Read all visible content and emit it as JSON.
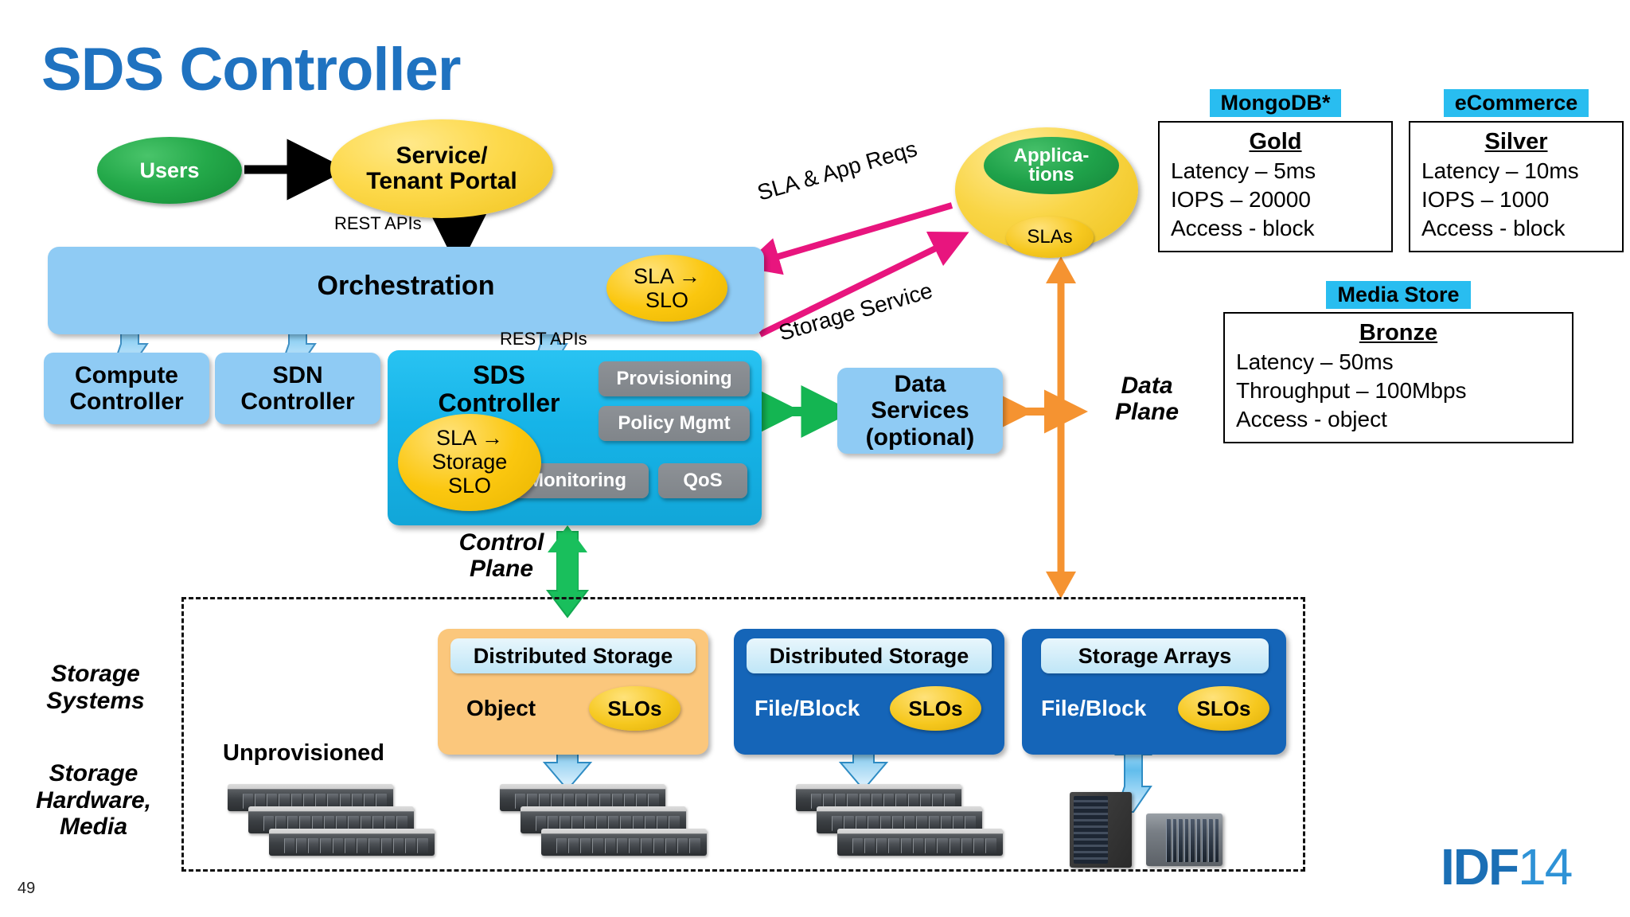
{
  "slide": {
    "title": "SDS Controller",
    "page_number": "49",
    "logo_main": "IDF",
    "logo_year": "14"
  },
  "top_flow": {
    "users": "Users",
    "portal_line1": "Service/",
    "portal_line2": "Tenant Portal",
    "rest_apis_top": "REST APIs",
    "rest_apis_mid": "REST APIs",
    "orchestration": "Orchestration",
    "sla_slo_line1": "SLA →",
    "sla_slo_line2": "SLO"
  },
  "controllers": {
    "compute_line1": "Compute",
    "compute_line2": "Controller",
    "sdn_line1": "SDN",
    "sdn_line2": "Controller",
    "sds_line1": "SDS",
    "sds_line2": "Controller",
    "sds_sla_line1": "SLA →",
    "sds_sla_line2": "Storage",
    "sds_sla_line3": "SLO",
    "modules": [
      {
        "label": "Provisioning"
      },
      {
        "label": "Policy Mgmt"
      },
      {
        "label": "Monitoring"
      },
      {
        "label": "QoS"
      }
    ]
  },
  "data_services": {
    "line1": "Data",
    "line2": "Services",
    "line3": "(optional)"
  },
  "applications": {
    "label_line1": "Applica-",
    "label_line2": "tions",
    "slas": "SLAs"
  },
  "arrows": {
    "sla_app_reqs": "SLA & App Reqs",
    "storage_service": "Storage Service",
    "control_plane_line1": "Control",
    "control_plane_line2": "Plane",
    "data_plane_line1": "Data",
    "data_plane_line2": "Plane"
  },
  "sla_tables": [
    {
      "name": "MongoDB*",
      "tier": "Gold",
      "rows": [
        "Latency – 5ms",
        "IOPS – 20000",
        "Access - block"
      ]
    },
    {
      "name": "eCommerce",
      "tier": "Silver",
      "rows": [
        "Latency – 10ms",
        "IOPS – 1000",
        "Access - block"
      ]
    },
    {
      "name": "Media Store",
      "tier": "Bronze",
      "rows": [
        "Latency – 50ms",
        "Throughput – 100Mbps",
        "Access - object"
      ]
    }
  ],
  "storage_zone": {
    "side_label_1_line1": "Storage",
    "side_label_1_line2": "Systems",
    "side_label_2_line1": "Storage",
    "side_label_2_line2": "Hardware,",
    "side_label_2_line3": "Media",
    "unprovisioned": "Unprovisioned",
    "boxes": [
      {
        "title": "Distributed Storage",
        "subtitle": "Object",
        "slos": "SLOs",
        "style": "orange"
      },
      {
        "title": "Distributed Storage",
        "subtitle": "File/Block",
        "slos": "SLOs",
        "style": "blue"
      },
      {
        "title": "Storage Arrays",
        "subtitle": "File/Block",
        "slos": "SLOs",
        "style": "blue"
      }
    ]
  },
  "colors": {
    "title_blue": "#1f72c0",
    "orchestration_blue": "#8fcbf4",
    "sds_cyan": "#16b4e8",
    "module_grey": "#80858a",
    "accent_pink": "#e8157e",
    "accent_orange": "#f59331",
    "accent_green": "#14b552",
    "header_highlight": "#29bdf0",
    "storage_orange": "#fbc77c",
    "storage_blue": "#1565b8"
  }
}
